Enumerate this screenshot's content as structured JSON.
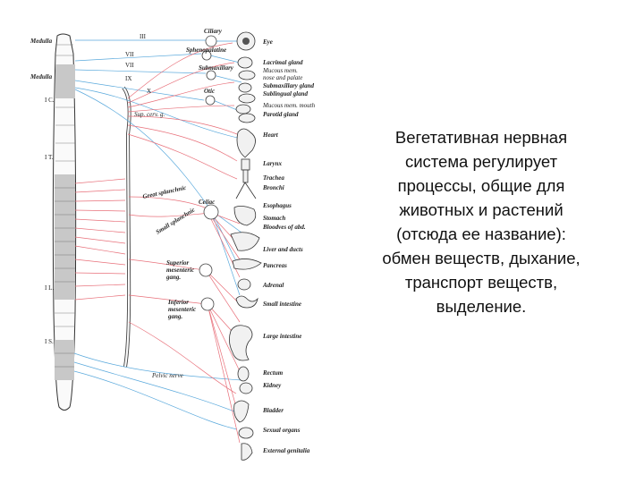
{
  "slide": {
    "text_lines": [
      "Вегетативная нервная",
      "система регулирует",
      "процессы, общие для",
      "животных и растений",
      "(отсюда ее название):",
      "обмен веществ, дыхание,",
      "транспорт веществ,",
      "выделение."
    ]
  },
  "diagram": {
    "cord_labels": {
      "medulla_top": "Medulla",
      "medulla": "Medulla",
      "cervical": "I C.",
      "thoracic": "I T.",
      "lumbar": "I L.",
      "sacral": "I S."
    },
    "cranial_nerves": {
      "iii": "III",
      "vii": "VII",
      "vii_b": "VII",
      "ix": "IX",
      "x": "X"
    },
    "ganglia": {
      "ciliary": "Ciliary",
      "sphenopalatine": "Sphenopalatine",
      "submaxillary": "Submaxillary",
      "otic": "Otic",
      "sup_cerv": "Sup. cerv. g.",
      "celiac": "Celiac",
      "great_splanchnic": "Great splanchnic",
      "small_splanchnic": "Small splanchnic",
      "superior_mesenteric": [
        "Superior",
        "mesenteric",
        "gang."
      ],
      "inferior_mesenteric": [
        "Inferior",
        "mesenteric",
        "gang."
      ],
      "pelvic_nerve": "Pelvic nerve"
    },
    "organs": {
      "eye": "Eye",
      "lacrimal": "Lacrimal gland",
      "mucous_nose": [
        "Mucous mem.",
        "nose and palate"
      ],
      "submaxillary_gland": "Submaxillary gland",
      "sublingual": "Sublingual gland",
      "mucous_mouth": "Mucous mem. mouth",
      "parotid": "Parotid gland",
      "heart": "Heart",
      "larynx": "Larynx",
      "trachea": "Trachea",
      "bronchi": "Bronchi",
      "esophagus": "Esophagus",
      "stomach": "Stomach",
      "bloodves": "Bloodves of abd.",
      "liver": "Liver and ducts",
      "pancreas": "Pancreas",
      "adrenal": "Adrenal",
      "small_intestine": "Small intestine",
      "large_intestine": "Large intestine",
      "rectum": "Rectum",
      "kidney": "Kidney",
      "bladder": "Bladder",
      "sexual": "Sexual organs",
      "genitalia": "External genitalia"
    },
    "colors": {
      "sympathetic": "#e8707a",
      "parasympathetic": "#5aa9dc",
      "cord_shade": "#c8c8c8"
    }
  }
}
